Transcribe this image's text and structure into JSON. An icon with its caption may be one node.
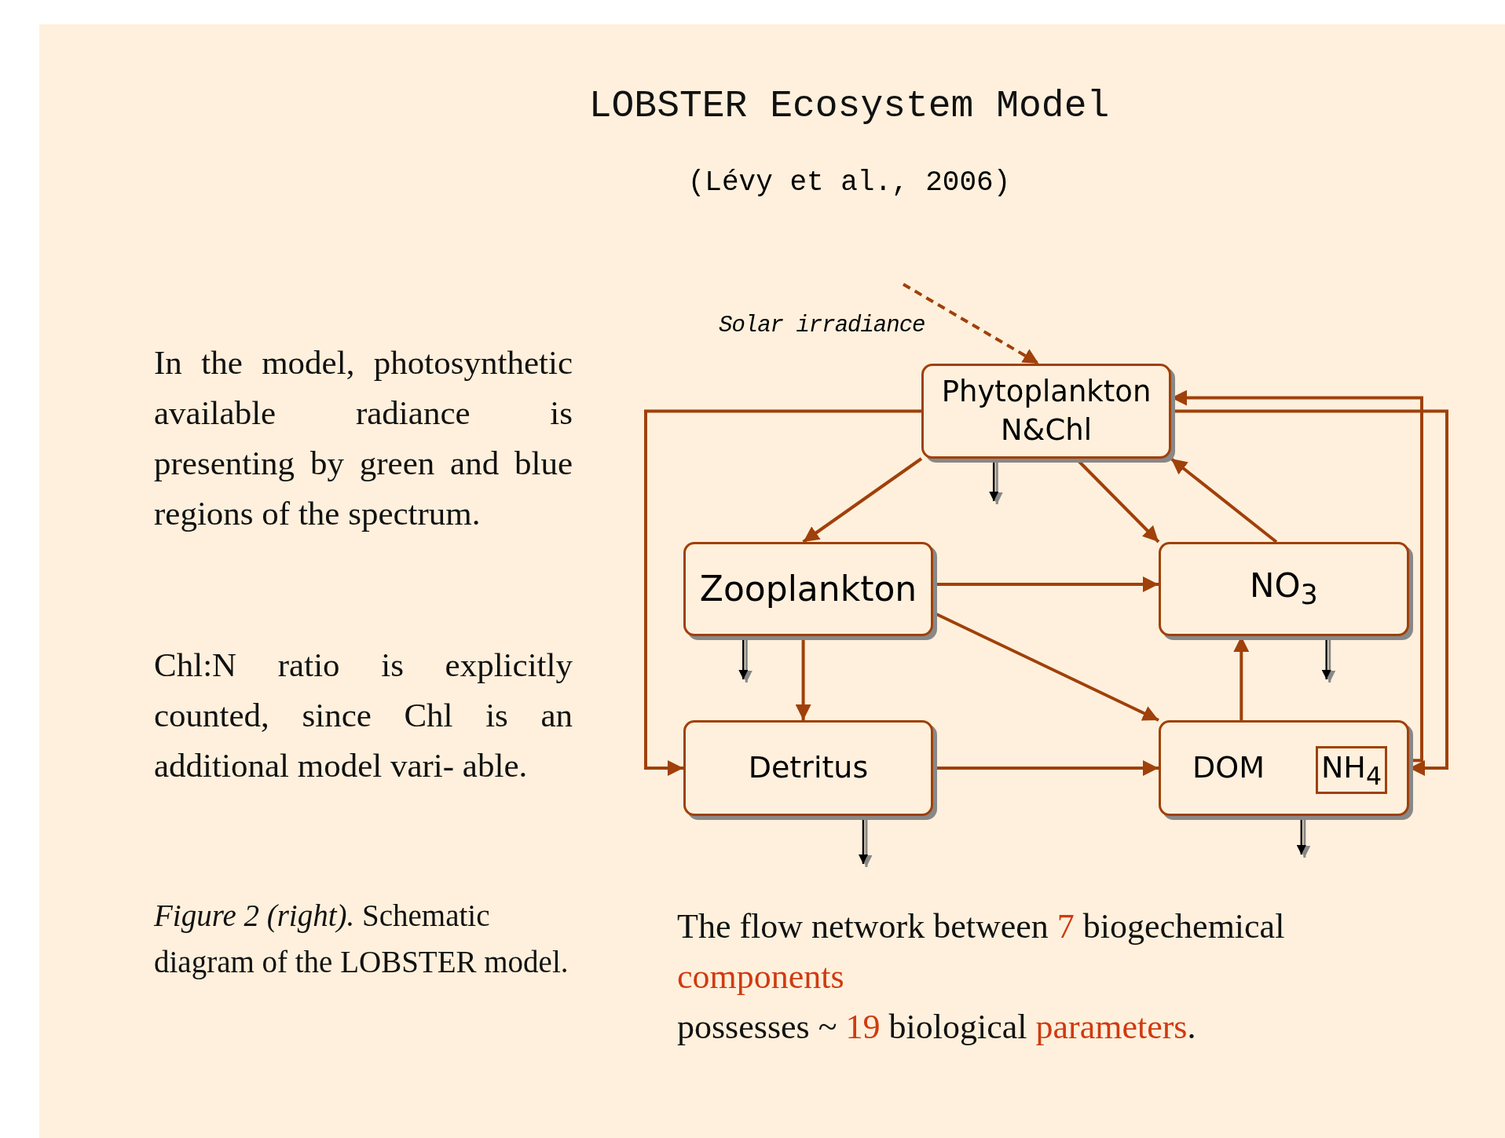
{
  "diagram": {
    "title": "LOBSTER Ecosystem Model",
    "caption": "*Figure 2 (right).* Schematic diagram of the LOBSTER model.",
    "nodes": [
      {
        "text": [
          "Phytoplankton N&Chl"
        ]
      },
      {
        "text": [
          "Zooplankton"
        ]
      },
      {
        "text": [
          "NO$_{3}$"
        ]
      },
      {
        "text": [
          "Detritus"
        ]
      },
      {
        "text": [
          "DOM"
        ]
      },
      {
        "text": [
          "NH$_{4}$"
        ],
        "in": 4
      }
    ],
    "edges": [
      {
        "from": null,
        "to": 0,
        "arrow": "to",
        "style": "dashed",
        "label": "Solar irradiance"
      },
      {
        "from": 0,
        "to": 1,
        "arrow": "to"
      },
      {
        "from": 0,
        "to": 2,
        "arrow": "to"
      },
      {
        "from": 2,
        "to": 0,
        "arrow": "to"
      },
      {
        "from": 0,
        "to": 3,
        "arrow": "to"
      },
      {
        "from": 0,
        "to": 4,
        "arrow": "to"
      },
      {
        "from": 5,
        "to": 0,
        "arrow": "to"
      },
      {
        "from": 1,
        "to": 2,
        "arrow": "to"
      },
      {
        "from": 1,
        "to": 4,
        "arrow": "to"
      },
      {
        "from": 1,
        "to": 3,
        "arrow": "to"
      },
      {
        "from": 3,
        "to": 4,
        "arrow": "to"
      },
      {
        "from": 4,
        "to": 2,
        "arrow": "to"
      },
      {
        "from": 0,
        "to": null,
        "arrow": "to",
        "color": "#000000"
      },
      {
        "from": 1,
        "to": null,
        "arrow": "to",
        "color": "#000000"
      },
      {
        "from": 2,
        "to": null,
        "arrow": "to",
        "color": "#000000"
      },
      {
        "from": 3,
        "to": null,
        "arrow": "to",
        "color": "#000000"
      },
      {
        "from": 4,
        "to": null,
        "arrow": "to",
        "color": "#000000"
      }
    ],
    "labels": [
      "(Lévy et al., 2006)",
      "In the model, photosynthetic available radiance is presenting by green and blue regions of the spectrum.",
      "Chl:N ratio is explicitly counted, since Chl is an additional model vari- able.",
      "The flow network between **7** biogechemical **components**",
      "possesses ~ **19** biological **parameters**."
    ]
  }
}
